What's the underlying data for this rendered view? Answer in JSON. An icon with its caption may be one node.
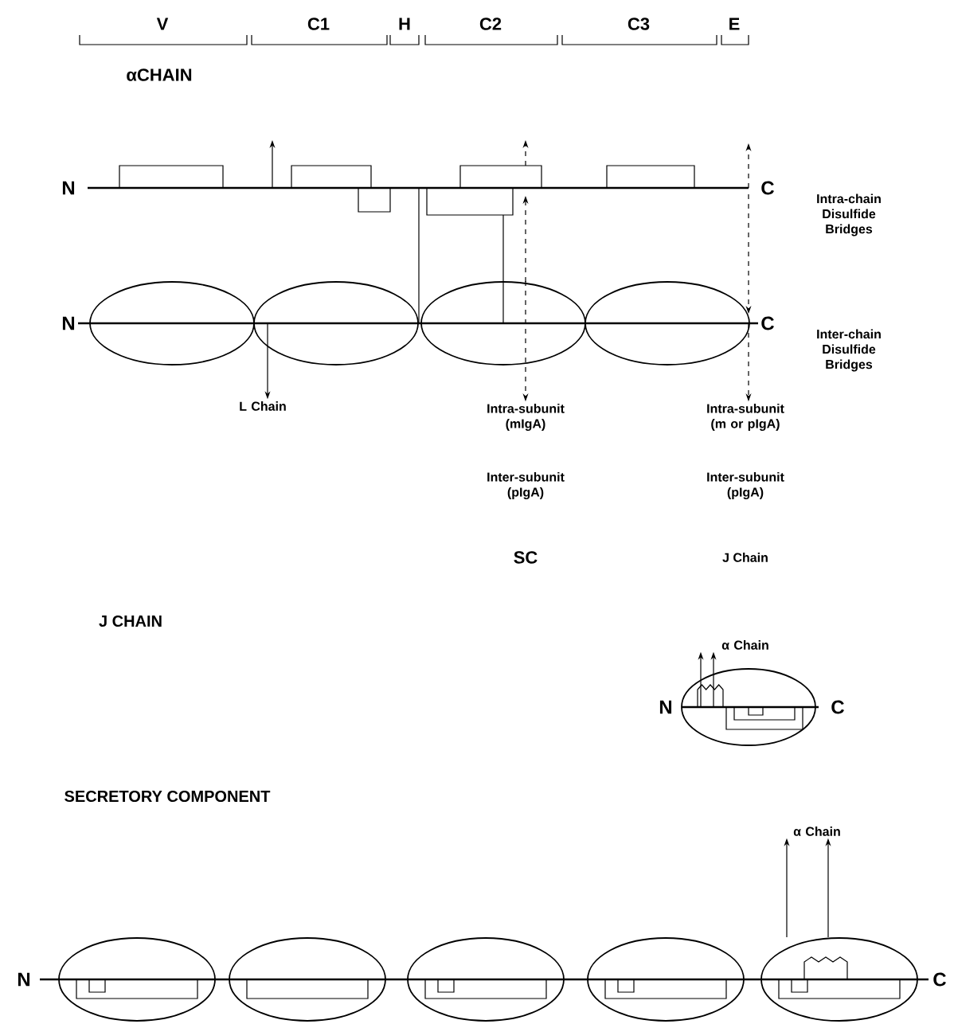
{
  "diagram": {
    "nodes": [
      {
        "text": [],
        "shape": "ellipse"
      },
      {
        "text": [],
        "shape": "ellipse"
      },
      {
        "text": [],
        "shape": "ellipse"
      },
      {
        "text": [],
        "shape": "ellipse"
      },
      {
        "text": [
          "L Chain"
        ]
      },
      {
        "text": [
          "Intra-subunit (mIgA)"
        ]
      },
      {
        "text": [
          "Intra-subunit (m or pIgA)"
        ]
      },
      {
        "text": [
          "α Chain"
        ]
      },
      {
        "text": [],
        "shape": "ellipse"
      },
      {
        "text": [
          "α Chain"
        ]
      },
      {
        "text": [],
        "shape": "ellipse"
      },
      {
        "text": [],
        "shape": "ellipse"
      },
      {
        "text": [],
        "shape": "ellipse"
      },
      {
        "text": [],
        "shape": "ellipse"
      },
      {
        "text": [],
        "shape": "ellipse"
      }
    ],
    "edges": [
      {
        "from": 1,
        "to": 4,
        "arrow": "to"
      },
      {
        "from": 2,
        "to": 5,
        "arrow": "to",
        "style": "dashed"
      },
      {
        "from": 3,
        "to": 6,
        "arrow": "to",
        "style": "dashed"
      },
      {
        "from": 8,
        "to": 7,
        "arrow": "to"
      },
      {
        "from": 8,
        "to": 7,
        "arrow": "to"
      },
      {
        "from": 14,
        "to": 9,
        "arrow": "to"
      },
      {
        "from": 14,
        "to": 9,
        "arrow": "to"
      }
    ],
    "labels": [
      "V",
      "C1",
      "H",
      "C2",
      "C3",
      "E",
      "αCHAIN",
      "N",
      "C",
      "Intra-chain Disulfide Bridges",
      "N",
      "C",
      "Inter-chain Disulfide Bridges",
      "Inter-subunit (pIgA)",
      "Inter-subunit (pIgA)",
      "SC",
      "J Chain",
      "J CHAIN",
      "N",
      "C",
      "SECRETORY COMPONENT",
      "N",
      "C"
    ]
  }
}
